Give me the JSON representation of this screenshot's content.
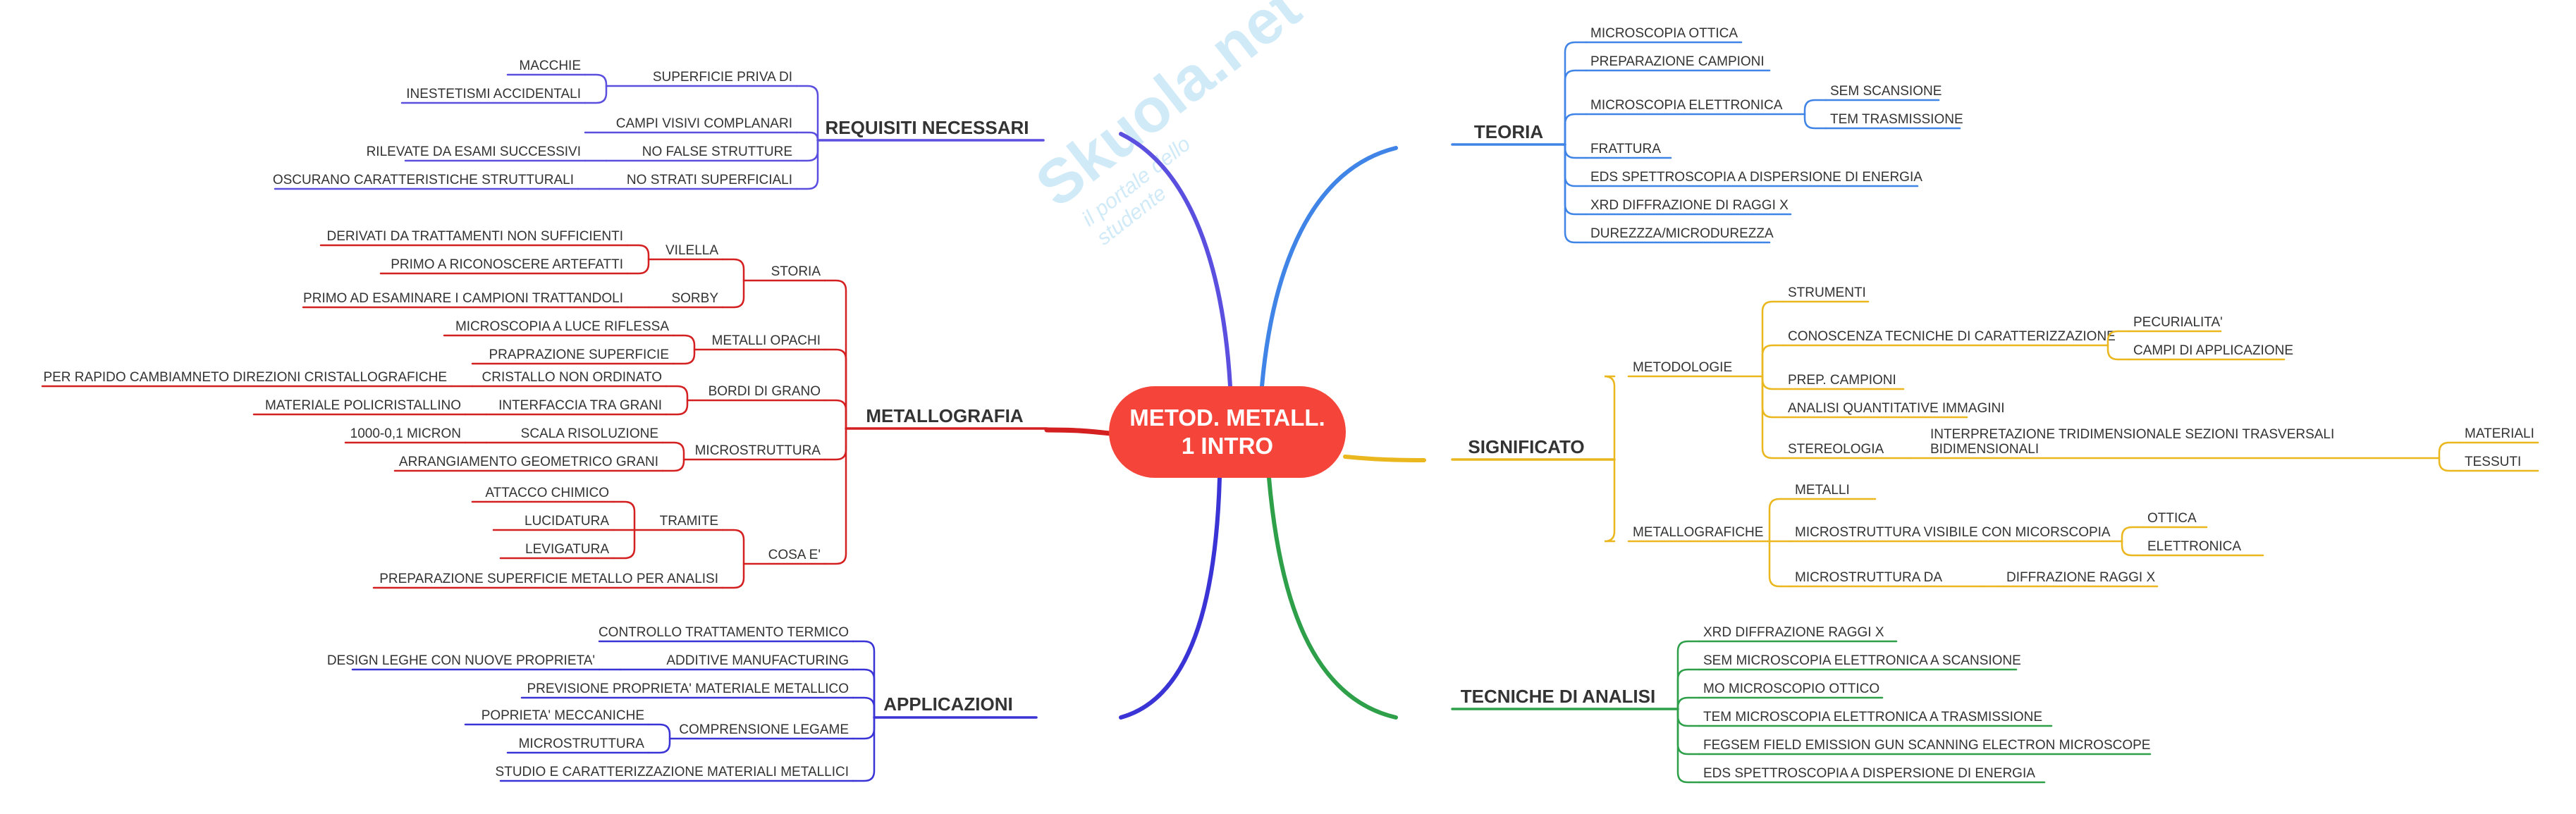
{
  "root": {
    "line1": "METOD. METALL.",
    "line2": "1 INTRO",
    "color": "#f5453a"
  },
  "watermark": {
    "brand": "Skuola.net",
    "tagline": "il portale dello studente"
  },
  "colors": {
    "requisiti": "#5b4fe0",
    "metallografia": "#d42020",
    "applicazioni": "#3a33d6",
    "teoria": "#3f84e6",
    "significato": "#eab71f",
    "tecniche": "#2fa04a"
  },
  "branches": {
    "requisiti": {
      "label": "REQUISITI NECESSARI",
      "items": [
        {
          "label": "SUPERFICIE PRIVA DI",
          "children": [
            "MACCHIE",
            "INESTETISMI ACCIDENTALI"
          ]
        },
        {
          "label": "CAMPI VISIVI COMPLANARI"
        },
        {
          "label": "NO FALSE STRUTTURE",
          "children": [
            "RILEVATE DA ESAMI SUCCESSIVI"
          ]
        },
        {
          "label": "NO STRATI SUPERFICIALI",
          "children": [
            "OSCURANO CARATTERISTICHE STRUTTURALI"
          ]
        }
      ]
    },
    "metallografia": {
      "label": "METALLOGRAFIA",
      "items": [
        {
          "label": "STORIA",
          "children": [
            {
              "label": "VILELLA",
              "children": [
                "DERIVATI DA TRATTAMENTI NON SUFFICIENTI",
                "PRIMO A RICONOSCERE ARTEFATTI"
              ]
            },
            {
              "label": "SORBY",
              "children": [
                "PRIMO AD ESAMINARE I CAMPIONI TRATTANDOLI"
              ]
            }
          ]
        },
        {
          "label": "METALLI OPACHI",
          "children": [
            "MICROSCOPIA A LUCE RIFLESSA",
            "PRAPRAZIONE SUPERFICIE"
          ]
        },
        {
          "label": "BORDI DI GRANO",
          "children": [
            {
              "label": "CRISTALLO NON ORDINATO",
              "children": [
                "PER RAPIDO CAMBIAMNETO DIREZIONI CRISTALLOGRAFICHE"
              ]
            },
            {
              "label": "INTERFACCIA TRA GRANI",
              "children": [
                "MATERIALE POLICRISTALLINO"
              ]
            }
          ]
        },
        {
          "label": "MICROSTRUTTURA",
          "children": [
            {
              "label": "SCALA RISOLUZIONE",
              "children": [
                "1000-0,1 MICRON"
              ]
            },
            {
              "label": "ARRANGIAMENTO GEOMETRICO GRANI"
            }
          ]
        },
        {
          "label": "COSA E'",
          "children": [
            {
              "label": "TRAMITE",
              "children": [
                "ATTACCO CHIMICO",
                "LUCIDATURA",
                "LEVIGATURA"
              ]
            },
            {
              "label": "PREPARAZIONE SUPERFICIE METALLO PER ANALISI"
            }
          ]
        }
      ]
    },
    "applicazioni": {
      "label": "APPLICAZIONI",
      "items": [
        {
          "label": "CONTROLLO TRATTAMENTO TERMICO"
        },
        {
          "label": "ADDITIVE MANUFACTURING",
          "children": [
            "DESIGN LEGHE CON NUOVE PROPRIETA'"
          ]
        },
        {
          "label": "PREVISIONE PROPRIETA' MATERIALE METALLICO"
        },
        {
          "label": "COMPRENSIONE LEGAME",
          "children": [
            "POPRIETA' MECCANICHE",
            "MICROSTRUTTURA"
          ]
        },
        {
          "label": "STUDIO E CARATTERIZZAZIONE MATERIALI METALLICI"
        }
      ]
    },
    "teoria": {
      "label": "TEORIA",
      "items": [
        {
          "label": "MICROSCOPIA OTTICA"
        },
        {
          "label": "PREPARAZIONE CAMPIONI"
        },
        {
          "label": "MICROSCOPIA ELETTRONICA",
          "children": [
            "SEM SCANSIONE",
            "TEM TRASMISSIONE"
          ]
        },
        {
          "label": "FRATTURA"
        },
        {
          "label": "EDS SPETTROSCOPIA A DISPERSIONE DI ENERGIA"
        },
        {
          "label": "XRD DIFFRAZIONE DI RAGGI X"
        },
        {
          "label": "DUREZZZA/MICRODUREZZA"
        }
      ]
    },
    "significato": {
      "label": "SIGNIFICATO",
      "items": [
        {
          "label": "METODOLOGIE",
          "children": [
            {
              "label": "STRUMENTI"
            },
            {
              "label": "CONOSCENZA TECNICHE DI CARATTERIZZAZIONE",
              "children": [
                "PECURIALITA'",
                "CAMPI DI APPLICAZIONE"
              ]
            },
            {
              "label": "PREP. CAMPIONI"
            },
            {
              "label": "ANALISI QUANTITATIVE IMMAGINI"
            },
            {
              "label": "STEREOLOGIA",
              "children": [
                {
                  "label1": "INTERPRETAZIONE TRIDIMENSIONALE SEZIONI TRASVERSALI",
                  "label2": "BIDIMENSIONALI",
                  "children": [
                    "MATERIALI",
                    "TESSUTI"
                  ]
                }
              ]
            }
          ]
        },
        {
          "label": "METALLOGRAFICHE",
          "children": [
            {
              "label": "METALLI"
            },
            {
              "label": "MICROSTRUTTURA VISIBILE CON MICORSCOPIA",
              "children": [
                "OTTICA",
                "ELETTRONICA"
              ]
            },
            {
              "label": "MICROSTRUTTURA DA",
              "children": [
                "DIFFRAZIONE RAGGI X"
              ]
            }
          ]
        }
      ]
    },
    "tecniche": {
      "label": "TECNICHE DI ANALISI",
      "items": [
        {
          "label": "XRD DIFFRAZIONE RAGGI X"
        },
        {
          "label": "SEM MICROSCOPIA ELETTRONICA A SCANSIONE"
        },
        {
          "label": "MO MICROSCOPIO OTTICO"
        },
        {
          "label": "TEM MICROSCOPIA ELETTRONICA A TRASMISSIONE"
        },
        {
          "label": "FEGSEM FIELD EMISSION GUN SCANNING ELECTRON MICROSCOPE"
        },
        {
          "label": "EDS SPETTROSCOPIA A DISPERSIONE DI ENERGIA"
        }
      ]
    }
  }
}
